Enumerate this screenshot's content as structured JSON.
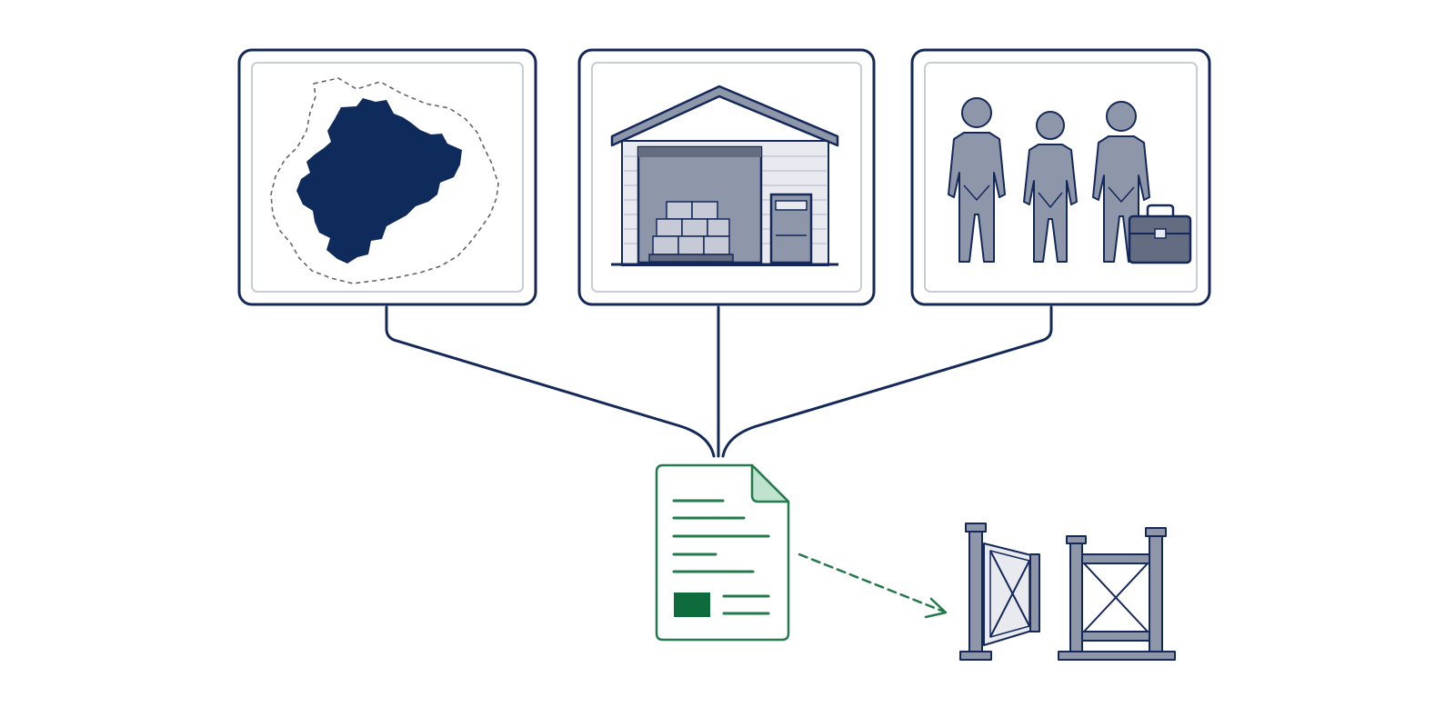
{
  "colors": {
    "navy": "#14285a",
    "frame_inner": "#c8ccd4",
    "slate_fill": "#8e96aa",
    "slate_dark": "#646c82",
    "light_fill": "#e8eaf0",
    "green": "#237a4a",
    "green_light": "#bfe3cf",
    "green_dark": "#0d6b3c",
    "gray_dash": "#666666"
  },
  "nodes": [
    {
      "id": "territory",
      "icon": "territory-map-icon"
    },
    {
      "id": "warehouse",
      "icon": "warehouse-icon"
    },
    {
      "id": "workforce",
      "icon": "people-with-briefcase-icon"
    },
    {
      "id": "document",
      "icon": "document-icon"
    },
    {
      "id": "gate",
      "icon": "open-gate-icon"
    }
  ],
  "edges": [
    {
      "from": "territory",
      "to": "document",
      "style": "solid"
    },
    {
      "from": "warehouse",
      "to": "document",
      "style": "solid"
    },
    {
      "from": "workforce",
      "to": "document",
      "style": "solid"
    },
    {
      "from": "document",
      "to": "gate",
      "style": "dashed-arrow"
    }
  ]
}
